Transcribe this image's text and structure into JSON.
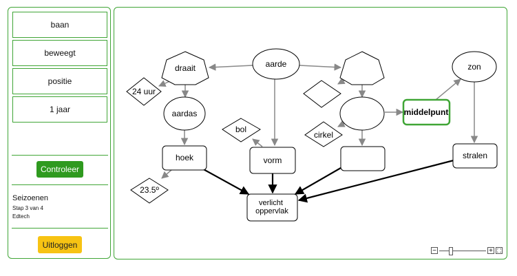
{
  "sidebar": {
    "terms": [
      "baan",
      "beweegt",
      "positie",
      "1 jaar"
    ],
    "check_label": "Controleer",
    "title": "Seizoenen",
    "step": "Stap 3 van 4",
    "org": "Edtech",
    "logout_label": "Uitloggen"
  },
  "map": {
    "nodes": {
      "aarde": "aarde",
      "draait": "draait",
      "uur24": "24 uur",
      "aardas": "aardas",
      "hoek": "hoek",
      "graden": "23.5º",
      "bol": "bol",
      "vorm": "vorm",
      "verlicht": "verlicht oppervlak",
      "cirkel": "cirkel",
      "middelpunt": "middelpunt",
      "zon": "zon",
      "stralen": "stralen",
      "empty_heptagon": "",
      "empty_diamond": "",
      "empty_ellipse": "",
      "empty_rect": ""
    }
  },
  "colors": {
    "accent": "#3fa535",
    "check_button": "#2f9a1f",
    "logout_button": "#f7c313",
    "arrow_gray": "#888888"
  },
  "icons": {
    "zoom_out": "−",
    "zoom_in": "+",
    "fit": "⛶"
  }
}
